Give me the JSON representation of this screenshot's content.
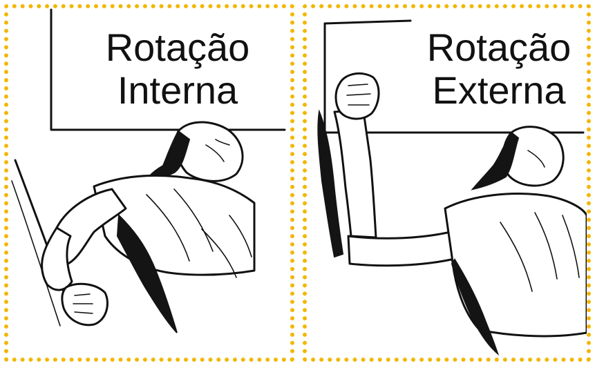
{
  "panels": [
    {
      "caption_line1": "Rotação",
      "caption_line2": "Interna"
    },
    {
      "caption_line1": "Rotação",
      "caption_line2": "Externa"
    }
  ],
  "colors": {
    "dotted_border": "#f2b705",
    "ink": "#111111",
    "background": "#ffffff"
  }
}
